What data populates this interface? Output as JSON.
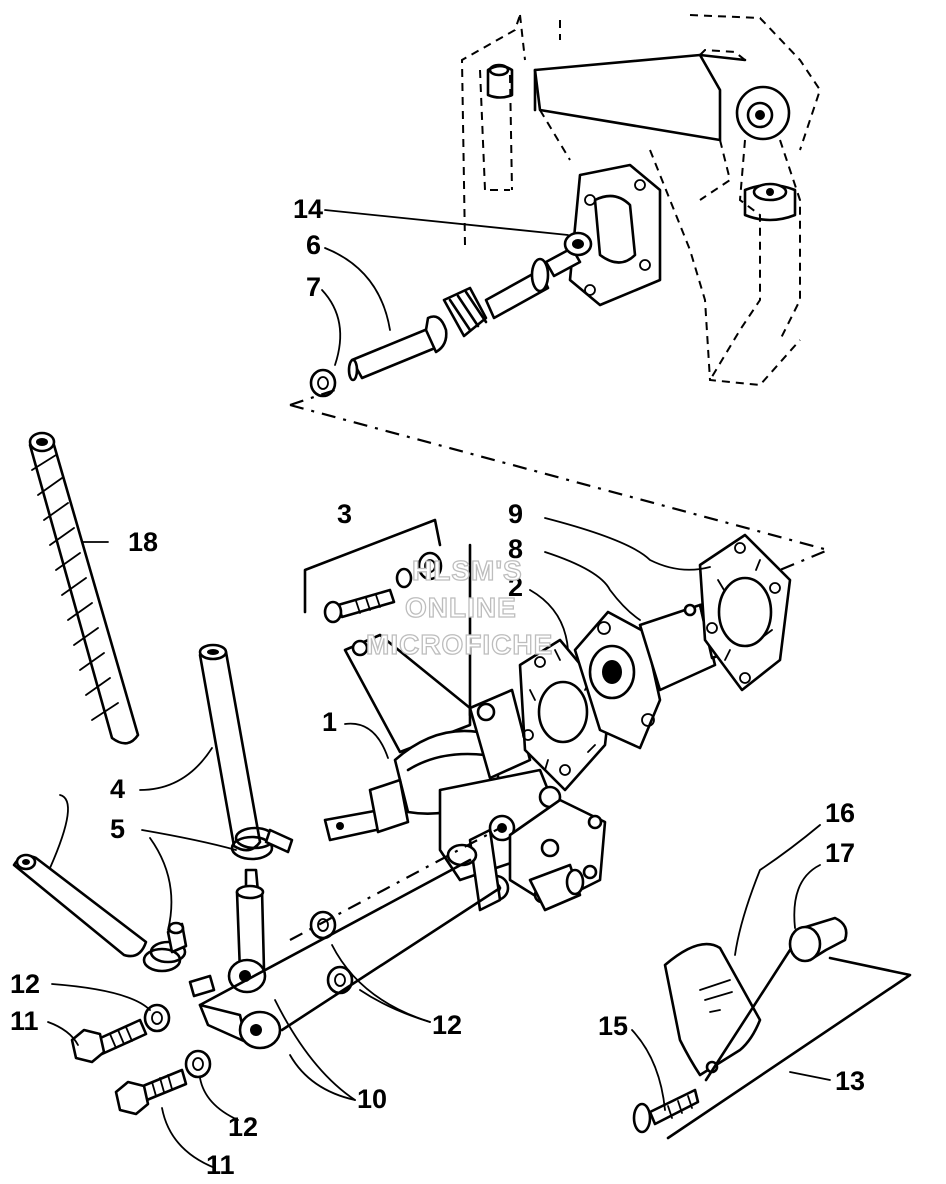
{
  "watermark": {
    "line1": "HLSM'S",
    "line2": "ONLINE",
    "line3": "MICROFICHE"
  },
  "callouts": [
    {
      "id": "c1",
      "label": "1"
    },
    {
      "id": "c2",
      "label": "2"
    },
    {
      "id": "c3",
      "label": "3"
    },
    {
      "id": "c4",
      "label": "4"
    },
    {
      "id": "c5",
      "label": "5"
    },
    {
      "id": "c6",
      "label": "6"
    },
    {
      "id": "c7",
      "label": "7"
    },
    {
      "id": "c8",
      "label": "8"
    },
    {
      "id": "c9",
      "label": "9"
    },
    {
      "id": "c10",
      "label": "10"
    },
    {
      "id": "c11a",
      "label": "11"
    },
    {
      "id": "c11b",
      "label": "11"
    },
    {
      "id": "c12a",
      "label": "12"
    },
    {
      "id": "c12b",
      "label": "12"
    },
    {
      "id": "c12c",
      "label": "12"
    },
    {
      "id": "c13",
      "label": "13"
    },
    {
      "id": "c14",
      "label": "14"
    },
    {
      "id": "c15",
      "label": "15"
    },
    {
      "id": "c16",
      "label": "16"
    },
    {
      "id": "c17",
      "label": "17"
    },
    {
      "id": "c18",
      "label": "18"
    }
  ]
}
